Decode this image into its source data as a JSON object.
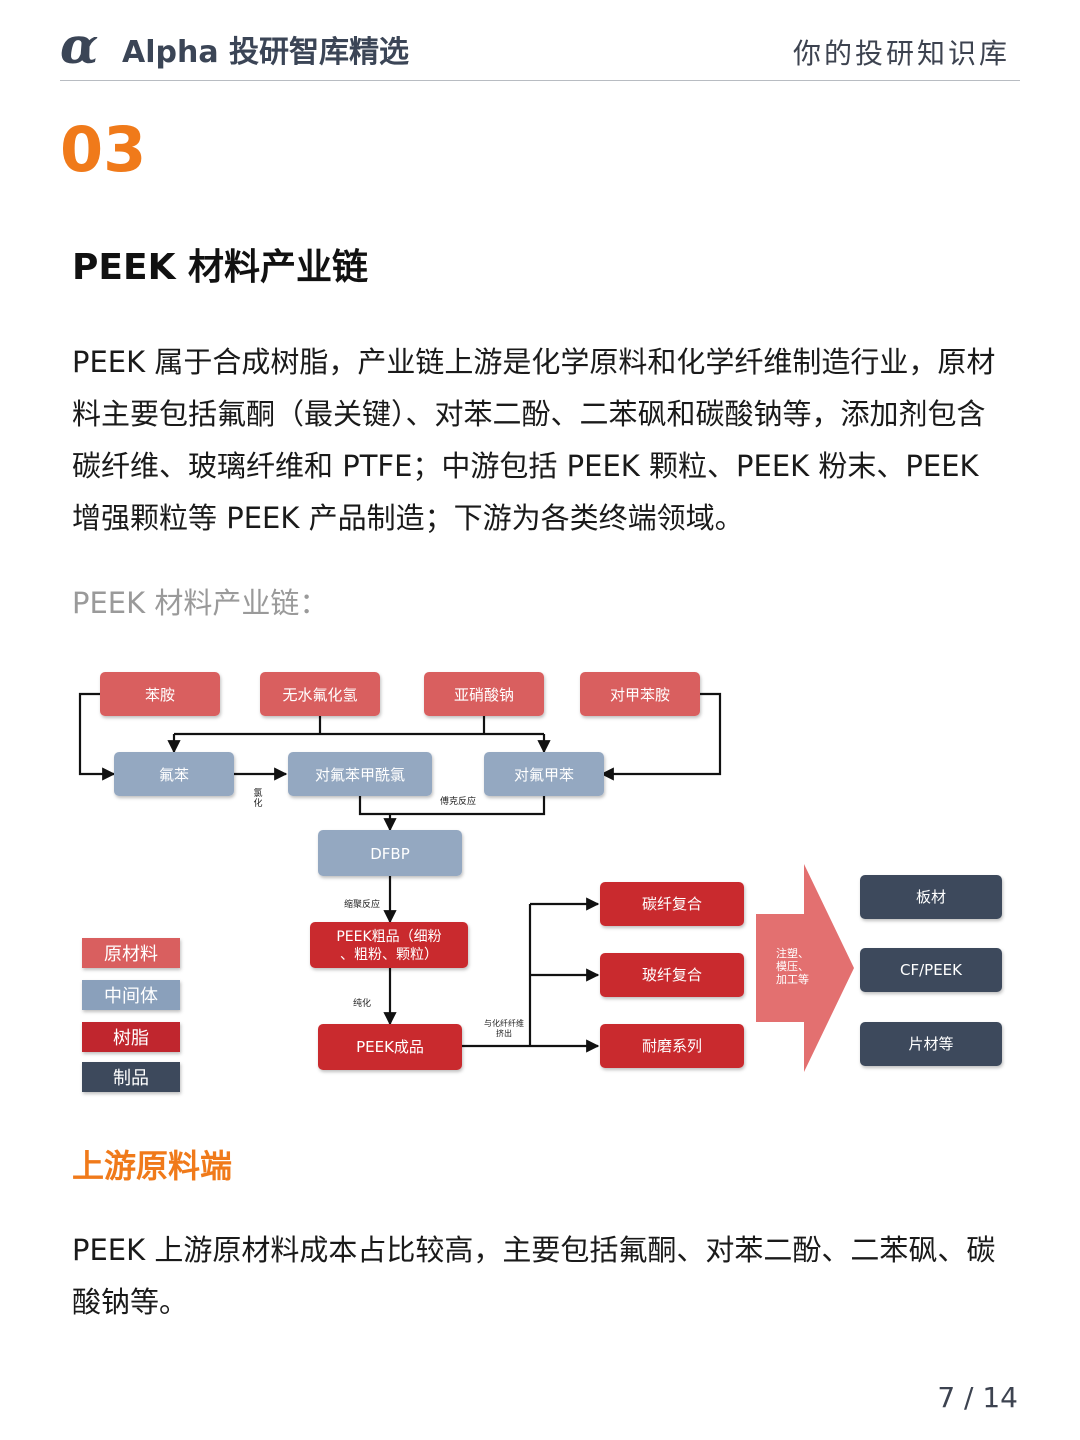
{
  "header": {
    "logo_symbol": "α",
    "logo_text": "Alpha 投研智库精选",
    "right_text": "你的投研知识库"
  },
  "section": {
    "number": "03",
    "title": "PEEK 材料产业链"
  },
  "intro_paragraph": "PEEK 属于合成树脂，产业链上游是化学原料和化学纤维制造行业，原材料主要包括氟酮（最关键）、对苯二酚、二苯砜和碳酸钠等，添加剂包含碳纤维、玻璃纤维和 PTFE；中游包括 PEEK 颗粒、PEEK 粉末、PEEK 增强颗粒等 PEEK 产品制造；下游为各类终端领域。",
  "diagram_caption": "PEEK 材料产业链：",
  "diagram": {
    "raw_materials": [
      "苯胺",
      "无水氟化氢",
      "亚硝酸钠",
      "对甲苯胺"
    ],
    "intermediates": [
      "氟苯",
      "对氟苯甲酰氯",
      "对氟甲苯"
    ],
    "dfbp": "DFBP",
    "resin_crude": [
      "PEEK粗品（细粉",
      "、粗粉、颗粒）"
    ],
    "resin_final": "PEEK成品",
    "composites": [
      "碳纤复合",
      "玻纤复合",
      "耐磨系列"
    ],
    "products": [
      "板材",
      "CF/PEEK",
      "片材等"
    ],
    "process_labels": {
      "fluorination": [
        "氯",
        "化"
      ],
      "friedel_crafts": "傅克反应",
      "polycondensation": "缩聚反应",
      "purification": "纯化",
      "extrusion": [
        "与化纤纤维",
        "挤出"
      ],
      "processing": [
        "注塑、",
        "模压、",
        "加工等"
      ]
    },
    "legend": [
      {
        "label": "原材料",
        "color": "#d95e5e"
      },
      {
        "label": "中间体",
        "color": "#8aa0bb"
      },
      {
        "label": "树脂",
        "color": "#c0262d"
      },
      {
        "label": "制品",
        "color": "#3c4a5c"
      }
    ],
    "colors": {
      "raw": "#d95e5e",
      "intermediate": "#94a8c1",
      "resin": "#c92a2e",
      "product": "#3c4a5c",
      "arrow": "#e37070"
    }
  },
  "subsection_title": "上游原料端",
  "upstream_paragraph": "PEEK 上游原材料成本占比较高，主要包括氟酮、对苯二酚、二苯砜、碳酸钠等。",
  "page_number": "7 / 14"
}
